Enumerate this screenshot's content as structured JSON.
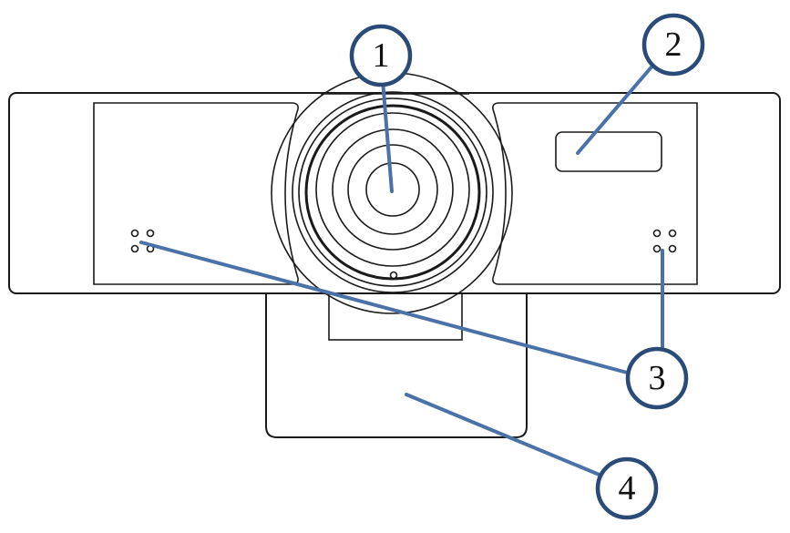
{
  "callouts": [
    {
      "number": "1",
      "part": "lens"
    },
    {
      "number": "2",
      "part": "indicator-window"
    },
    {
      "number": "3",
      "part": "microphones"
    },
    {
      "number": "4",
      "part": "mounting-clip"
    }
  ],
  "colors": {
    "callout_line": "#4a72a8",
    "callout_circle_stroke": "#2a4a78",
    "outline": "#1a1a1a"
  }
}
